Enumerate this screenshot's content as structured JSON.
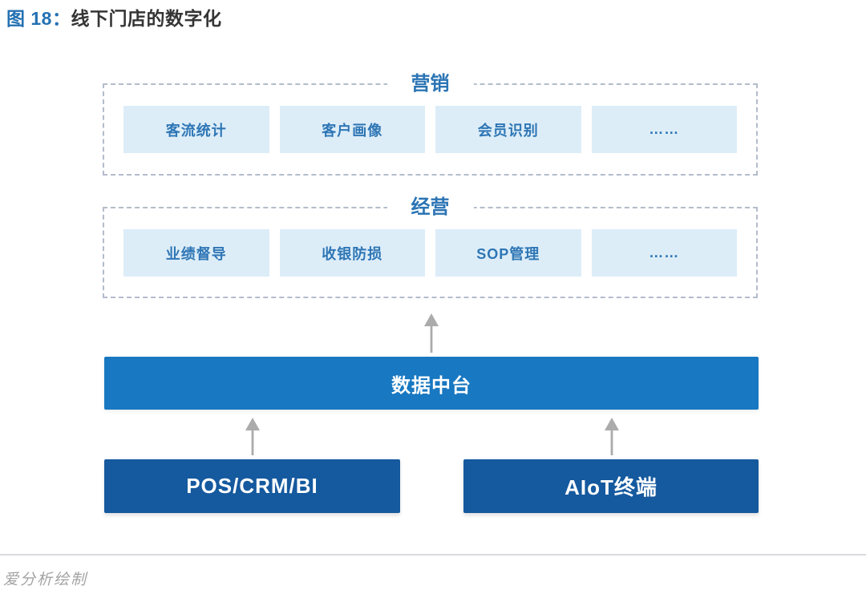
{
  "header": {
    "figure_label": "图 18：",
    "title": "线下门店的数字化"
  },
  "groups": [
    {
      "label": "营销",
      "items": [
        "客流统计",
        "客户画像",
        "会员识别",
        "……"
      ]
    },
    {
      "label": "经营",
      "items": [
        "业绩督导",
        "收银防损",
        "SOP管理",
        "……"
      ]
    }
  ],
  "platform": {
    "label": "数据中台"
  },
  "sources": [
    {
      "label": "POS/CRM/BI"
    },
    {
      "label": "AIoT终端"
    }
  ],
  "footer": {
    "credit": "爱分析绘制"
  },
  "icons": {
    "center_arrow": "up-arrow-icon",
    "left_arrow": "up-arrow-icon",
    "right_arrow": "up-arrow-icon"
  },
  "colors": {
    "figure_label_blue": "#2471b3",
    "title_dark": "#353535",
    "group_label_blue": "#2b74b4",
    "chip_background": "#ddedf8",
    "chip_text_blue": "#2e76b5",
    "dashed_border": "#b3bcca",
    "platform_bar_blue": "#1878c1",
    "source_bar_dark_blue": "#15599e",
    "arrow_gray": "#ababab",
    "credit_gray": "#a3a3a3"
  }
}
